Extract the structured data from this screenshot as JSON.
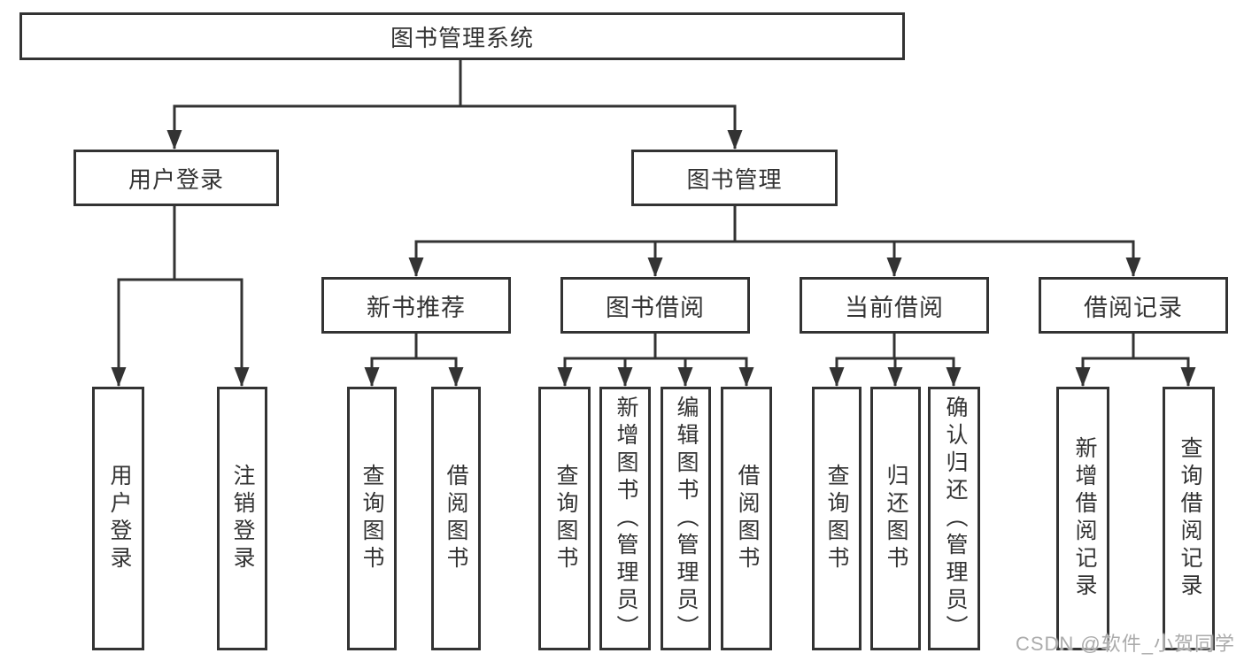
{
  "nodes": {
    "root": "图书管理系统",
    "user_login": "用户登录",
    "book_mgmt": "图书管理",
    "new_book": "新书推荐",
    "book_borrow": "图书借阅",
    "current_borrow": "当前借阅",
    "borrow_record": "借阅记录",
    "leaf_user_login": "用户登录",
    "leaf_logout": "注销登录",
    "nb_query": "查询图书",
    "nb_borrow": "借阅图书",
    "bb_query": "查询图书",
    "bb_add": "新增图书（管理员）",
    "bb_edit": "编辑图书（管理员）",
    "bb_borrow": "借阅图书",
    "cb_query": "查询图书",
    "cb_return": "归还图书",
    "cb_confirm": "确认归还（管理员）",
    "br_add": "新增借阅记录",
    "br_query": "查询借阅记录"
  },
  "watermark": "CSDN @软件_小贺同学",
  "colors": {
    "line": "#333333",
    "text": "#333333",
    "watermark": "#ababab",
    "background": "#ffffff"
  }
}
